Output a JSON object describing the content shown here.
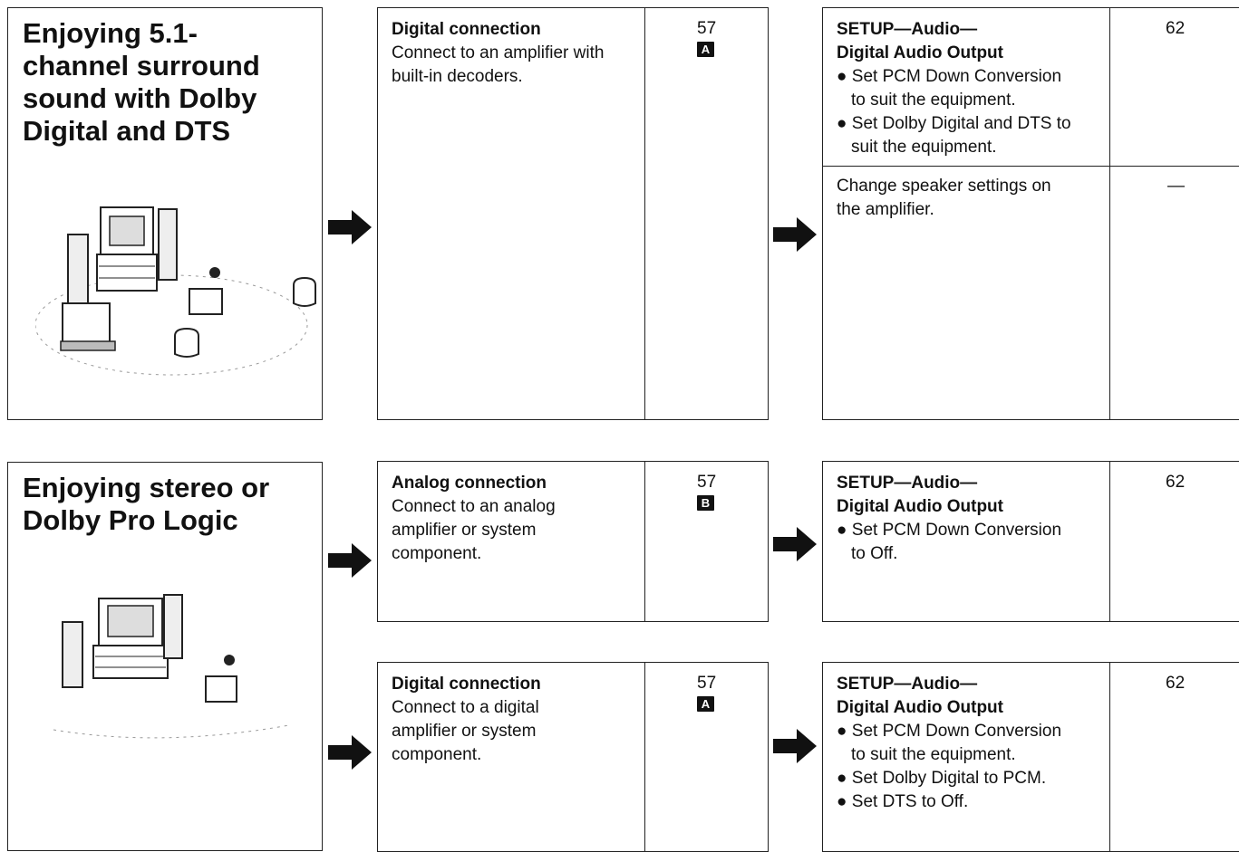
{
  "sections": [
    {
      "heading": "Enjoying 5.1-channel surround sound with Dolby Digital and DTS",
      "heading_lines": [
        "Enjoying 5.1-",
        "channel surround",
        "sound with Dolby",
        "Digital and DTS"
      ],
      "connections": [
        {
          "title": "Digital connection",
          "desc_lines": [
            "Connect to an amplifier with",
            "built-in decoders."
          ],
          "page": "57",
          "badge": "A"
        }
      ],
      "settings": [
        {
          "title_lines": [
            "SETUP—Audio—",
            "Digital Audio Output"
          ],
          "bullets": [
            [
              "Set PCM Down Conversion",
              "to suit the equipment."
            ],
            [
              "Set Dolby Digital and DTS to",
              "suit the equipment."
            ]
          ],
          "page": "62"
        },
        {
          "text_lines": [
            "Change speaker settings on",
            "the amplifier."
          ],
          "page": "—"
        }
      ]
    },
    {
      "heading": "Enjoying stereo or Dolby Pro Logic",
      "heading_lines": [
        "Enjoying stereo or",
        "Dolby Pro Logic"
      ],
      "connections": [
        {
          "title": "Analog connection",
          "desc_lines": [
            "Connect to an analog",
            "amplifier or system",
            "component."
          ],
          "page": "57",
          "badge": "B"
        },
        {
          "title": "Digital connection",
          "desc_lines": [
            "Connect to a digital",
            "amplifier or system",
            "component."
          ],
          "page": "57",
          "badge": "A"
        }
      ],
      "settings": [
        {
          "title_lines": [
            "SETUP—Audio—",
            "Digital Audio Output"
          ],
          "bullets": [
            [
              "Set PCM Down Conversion",
              "to Off."
            ]
          ],
          "page": "62"
        },
        {
          "title_lines": [
            "SETUP—Audio—",
            "Digital Audio Output"
          ],
          "bullets": [
            [
              "Set PCM Down Conversion",
              "to suit the equipment."
            ],
            [
              "Set Dolby Digital to PCM."
            ],
            [
              "Set DTS to Off."
            ]
          ],
          "page": "62"
        }
      ]
    }
  ],
  "bullet_char": "●",
  "arrow_icon": "right-arrow-icon",
  "colors": {
    "ink": "#111111",
    "paper": "#ffffff"
  }
}
